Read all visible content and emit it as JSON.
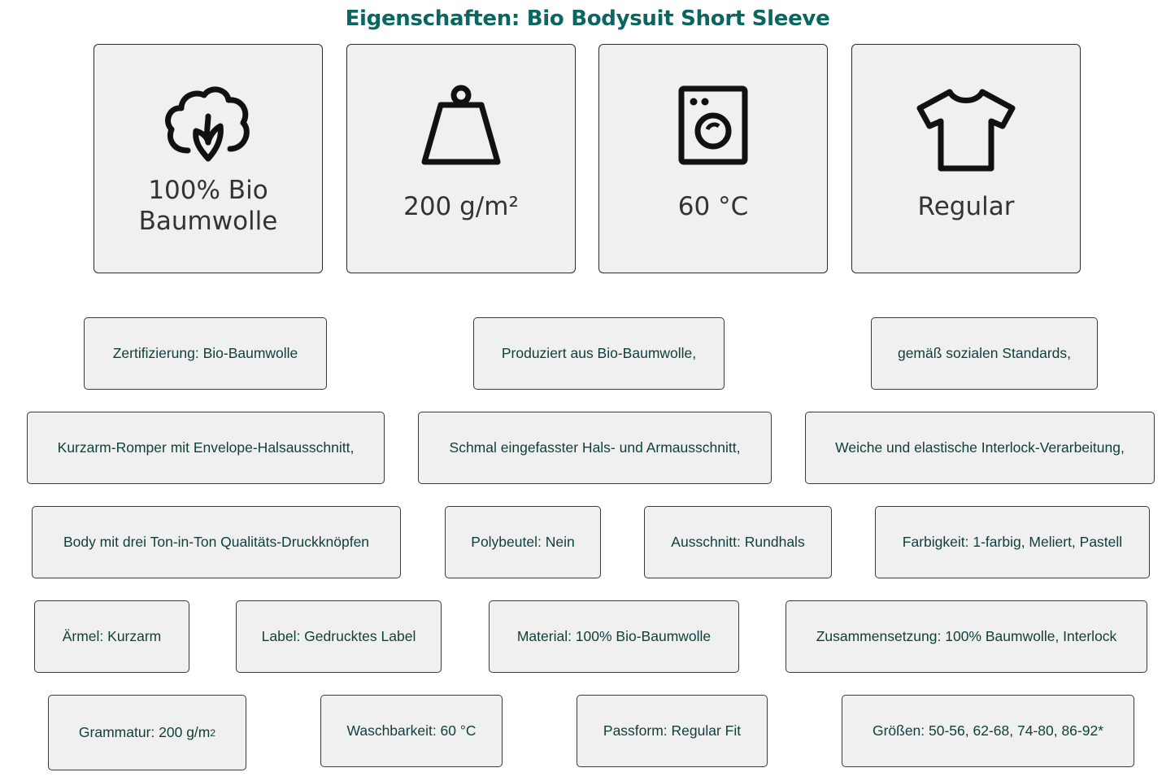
{
  "title": "Eigenschaften: Bio Bodysuit Short Sleeve",
  "icon_cards": [
    {
      "icon": "cotton-flower-icon",
      "line1": "100% Bio",
      "line2": "Baumwolle"
    },
    {
      "icon": "weight-icon",
      "line1": "200 g/m²"
    },
    {
      "icon": "washing-machine-icon",
      "line1": "60 °C"
    },
    {
      "icon": "t-shirt-icon",
      "line1": "Regular"
    }
  ],
  "features": {
    "certification": "Zertifizierung: Bio-Baumwolle",
    "produced": "Produziert aus Bio-Baumwolle,",
    "social": "gemäß sozialen Standards,",
    "romper": "Kurzarm-Romper mit Envelope-Halsausschnitt,",
    "neckline_trim": "Schmal eingefasster Hals- und Armausschnitt,",
    "interlock": "Weiche und elastische Interlock-Verarbeitung,",
    "buttons": "Body mit drei Ton-in-Ton Qualitäts-Druckknöpfen",
    "polybag": "Polybeutel: Nein",
    "neck": "Ausschnitt: Rundhals",
    "colors": "Farbigkeit: 1-farbig, Meliert, Pastell",
    "sleeve": "Ärmel: Kurzarm",
    "label": "Label: Gedrucktes Label",
    "material": "Material: 100% Bio-Baumwolle",
    "composition": "Zusammensetzung: 100% Baumwolle, Interlock",
    "grammage_label": "Grammatur: 200 g/m",
    "grammage_sup": "2",
    "washability": "Waschbarkeit: 60 °C",
    "fit": "Passform: Regular Fit",
    "sizes": "Größen: 50-56, 62-68, 74-80, 86-92*"
  },
  "colors": {
    "title": "#0a6660",
    "pill_text": "#0e3f3b",
    "card_bg": "#f0f0f0",
    "border": "#2b2b2b"
  }
}
